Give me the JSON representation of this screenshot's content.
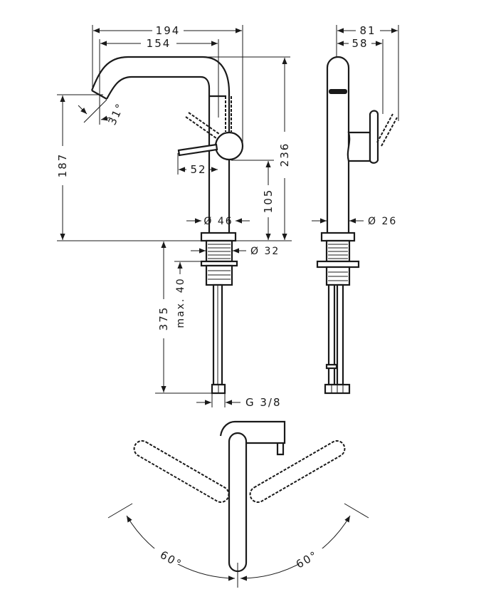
{
  "title": "Faucet dimension drawing",
  "front_view": {
    "width_total": "194",
    "width_spout": "154",
    "spout_angle": "31°",
    "spout_height": "187",
    "lever_length": "52",
    "total_height": "236",
    "lever_height": "105",
    "body_diameter": "Ø 46",
    "thread_diameter": "Ø 32",
    "hose_length": "375",
    "max_thickness": "max. 40",
    "connection": "G 3/8"
  },
  "side_view": {
    "depth_total": "81",
    "depth_lever": "58",
    "body_diameter": "Ø 26"
  },
  "top_view": {
    "angle_left": "60°",
    "angle_right": "60°"
  }
}
